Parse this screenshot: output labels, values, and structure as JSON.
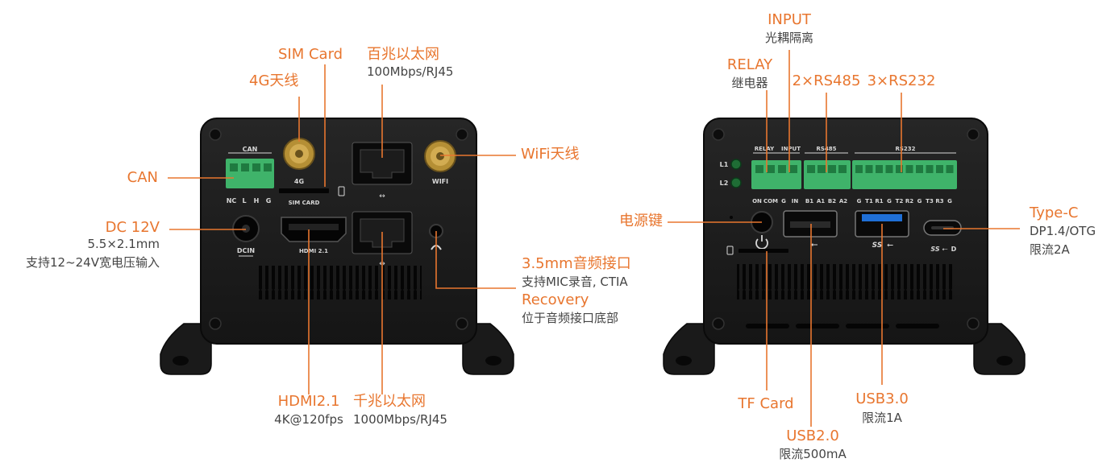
{
  "colors": {
    "accent": "#e8762f",
    "subtext": "#444444",
    "body": "#1e1e1e",
    "terminal": "#3fb36a",
    "usb3": "#1f6fd6"
  },
  "front": {
    "callouts": {
      "sim_card": {
        "title": "SIM Card"
      },
      "antenna_4g": {
        "title": "4G天线"
      },
      "ethernet_100": {
        "title": "百兆以太网",
        "sub": "100Mbps/RJ45"
      },
      "wifi": {
        "title": "WiFi天线"
      },
      "can": {
        "title": "CAN"
      },
      "dc": {
        "title": "DC 12V",
        "sub1": "5.5×2.1mm",
        "sub2": "支持12~24V宽电压输入"
      },
      "audio": {
        "title": "3.5mm音频接口",
        "sub": "支持MIC录音, CTIA"
      },
      "recovery": {
        "title": "Recovery",
        "sub": "位于音频接口底部"
      },
      "hdmi": {
        "title": "HDMI2.1",
        "sub": "4K@120fps"
      },
      "ethernet_1000": {
        "title": "千兆以太网",
        "sub": "1000Mbps/RJ45"
      }
    },
    "silk": {
      "can_header": "CAN",
      "can_pins": [
        "NC",
        "L",
        "H",
        "G"
      ],
      "antenna_4g": "4G",
      "sim_card": "SIM CARD",
      "wifi": "WIFI",
      "dcin": "DCIN",
      "hdmi": "HDMI 2.1"
    }
  },
  "back": {
    "callouts": {
      "input": {
        "title": "INPUT",
        "sub": "光耦隔离"
      },
      "relay": {
        "title": "RELAY",
        "sub": "继电器"
      },
      "rs485": {
        "title": "2×RS485"
      },
      "rs232": {
        "title": "3×RS232"
      },
      "power_key": {
        "title": "电源键"
      },
      "type_c": {
        "title": "Type-C",
        "sub1": "DP1.4/OTG",
        "sub2": "限流2A"
      },
      "tf_card": {
        "title": "TF Card"
      },
      "usb3": {
        "title": "USB3.0",
        "sub": "限流1A"
      },
      "usb2": {
        "title": "USB2.0",
        "sub": "限流500mA"
      }
    },
    "silk": {
      "relay": "RELAY",
      "input": "INPUT",
      "rs485": "RS485",
      "rs232": "RS232",
      "leds": [
        "L1",
        "L2"
      ],
      "relay_input_pins": [
        "ON",
        "COM",
        "G",
        "IN"
      ],
      "rs485_pins": [
        "B1",
        "A1",
        "B2",
        "A2"
      ],
      "rs232_pins": [
        "G",
        "T1",
        "R1",
        "G",
        "T2",
        "R2",
        "G",
        "T3",
        "R3",
        "G"
      ],
      "usb3_logo": "SS",
      "typec_logo": "SS",
      "typec_d": "D"
    }
  }
}
